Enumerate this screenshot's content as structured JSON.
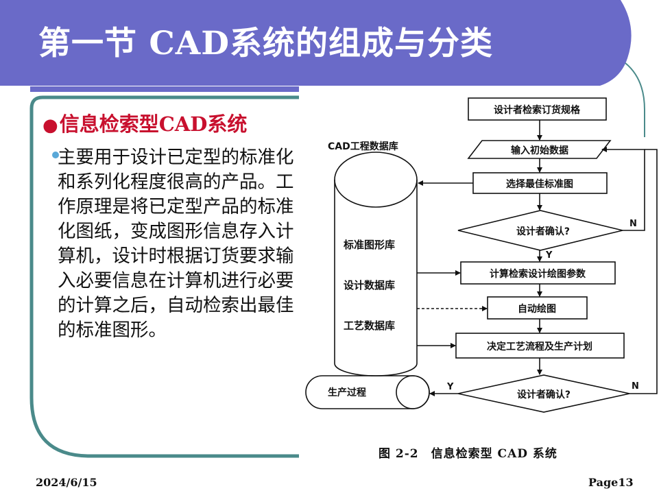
{
  "slide": {
    "title": "第一节 CAD系统的组成与分类",
    "bullet_heading": "信息检索型CAD系统",
    "bullet_body": "主要用于设计已定型的标准化和系列化程度很高的产品。工作原理是将已定型产品的标准化图纸，变成图形信息存入计算机，设计时根据订货要求输入必要信息在计算机进行必要的计算之后，自动检索出最佳的标准图形。",
    "date": "2024/6/15",
    "page": "Page13"
  },
  "diagram": {
    "caption": "图 2-2　信息检索型 CAD 系统",
    "db_title": "CAD工程数据库",
    "db_items": [
      "标准图形库",
      "设计数据库",
      "工艺数据库"
    ],
    "steps": {
      "s1": "设计者检索订货规格",
      "s2": "输入初始数据",
      "s3": "选择最佳标准图",
      "d1": "设计者确认?",
      "s4": "计算检索设计绘图参数",
      "s5": "自动绘图",
      "s6": "决定工艺流程及生产计划",
      "d2": "设计者确认?",
      "out": "生产过程"
    },
    "labels": {
      "yes": "Y",
      "no": "N"
    }
  },
  "colors": {
    "banner": "#6a6ac8",
    "frame": "#4a8a8a",
    "heading": "#c8102e",
    "bullet2": "#5aa8d8"
  }
}
